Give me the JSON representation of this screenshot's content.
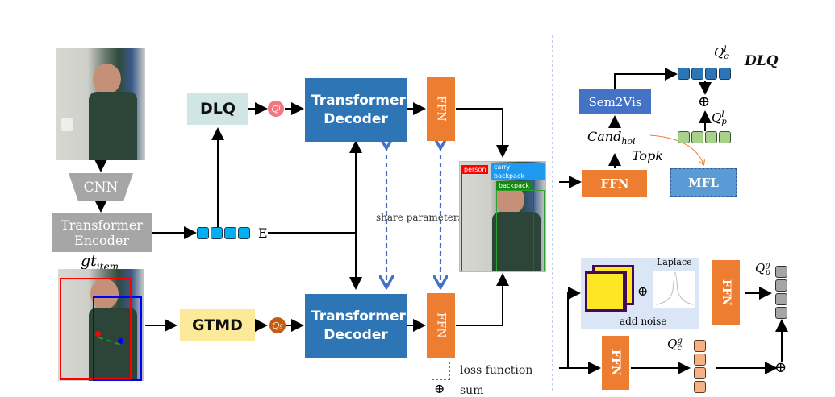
{
  "main": {
    "cnn_label": "CNN",
    "encoder_label": "Transformer Encoder",
    "gt_item_label": "gt",
    "gt_item_sub": "item",
    "dlq_label": "DLQ",
    "gtmd_label": "GTMD",
    "ql_label": "Q",
    "ql_sup": "l",
    "qg_label": "Q",
    "qg_sup": "g",
    "decoder_top_label": "Transformer Decoder",
    "decoder_bottom_label": "Transformer Decoder",
    "ffn_top_label": "FFN",
    "ffn_bottom_label": "FFN",
    "embedding_label": "E",
    "share_parameters_label": "share parameters",
    "output_tags": [
      "person",
      "carry backpack",
      "backpack"
    ],
    "legend": {
      "loss_function": "loss function",
      "sum": "sum"
    }
  },
  "dlq_panel": {
    "title": "DLQ",
    "sem2vis_label": "Sem2Vis",
    "cand_label": "Cand",
    "cand_sub": "hoi",
    "topk_label": "Topk",
    "ffn_label": "FFN",
    "mfl_label": "MFL",
    "qc_label": "Q",
    "qc_sub": "c",
    "qc_sup": "l",
    "qp_label": "Q",
    "qp_sub": "p",
    "qp_sup": "l",
    "plus_symbol": "⊕"
  },
  "gtmd_panel": {
    "laplace_label": "Laplace",
    "add_noise_label": "add noise",
    "ffn_top_label": "FFN",
    "ffn_bottom_label": "FFN",
    "qp_label": "Q",
    "qp_sub": "p",
    "qp_sup": "g",
    "qc_label": "Q",
    "qc_sub": "c",
    "qc_sup": "g",
    "plus_symbol": "⊕"
  },
  "colors": {
    "decoder_blue": "#2e75b6",
    "ffn_orange": "#ed7d31",
    "dlq_bg": "#d0e6e4",
    "gtmd_bg": "#fce99a",
    "encoder_gray": "#a6a6a6",
    "token_cyan": "#00b0f0",
    "ql_pink": "#f4777f",
    "qg_brown": "#c55a11",
    "dashed_blue": "#4472c4",
    "tag_red": "#ff0000",
    "tag_blue": "#1e9bf0",
    "tag_green": "#138a13"
  }
}
